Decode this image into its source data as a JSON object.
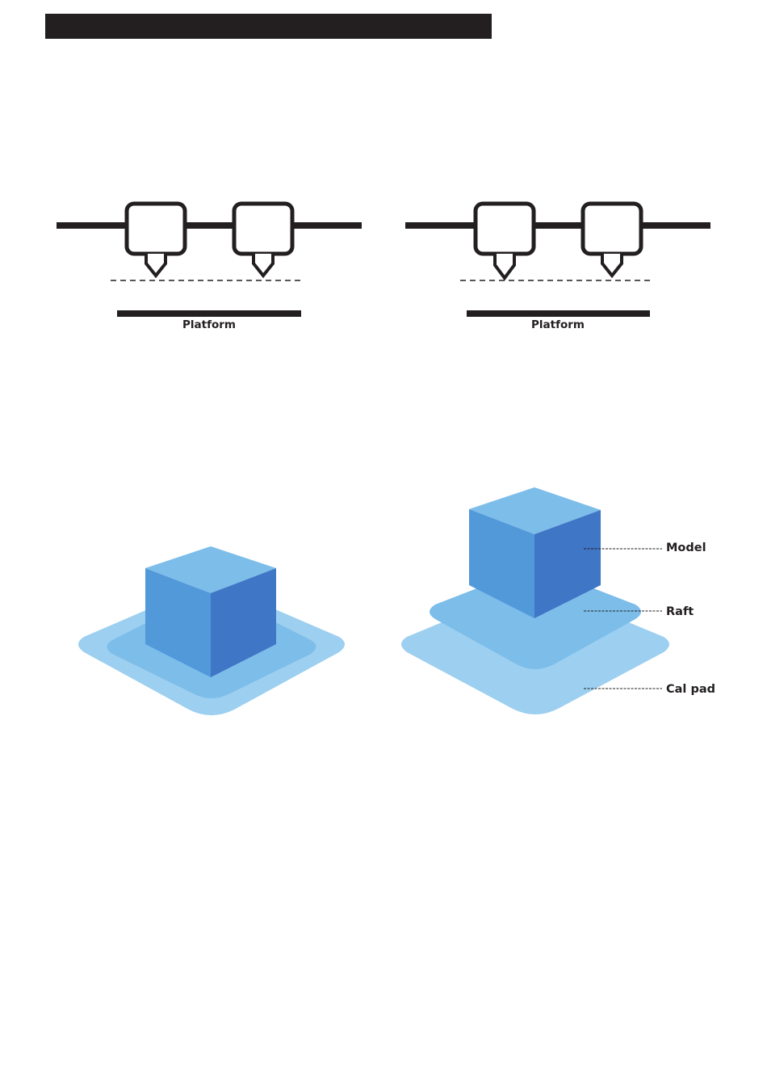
{
  "nozzle_diagrams": [
    {
      "platform_label": "Platform"
    },
    {
      "platform_label": "Platform"
    }
  ],
  "layer_diagram": {
    "labels": {
      "model": "Model",
      "raft": "Raft",
      "cal_pad": "Cal pad"
    }
  },
  "colors": {
    "ink": "#231f20",
    "cube_top": "#7dbde9",
    "cube_left": "#5299da",
    "cube_right": "#4076c6",
    "raft": "#7cbde9",
    "cal_pad": "#9ccff0"
  }
}
